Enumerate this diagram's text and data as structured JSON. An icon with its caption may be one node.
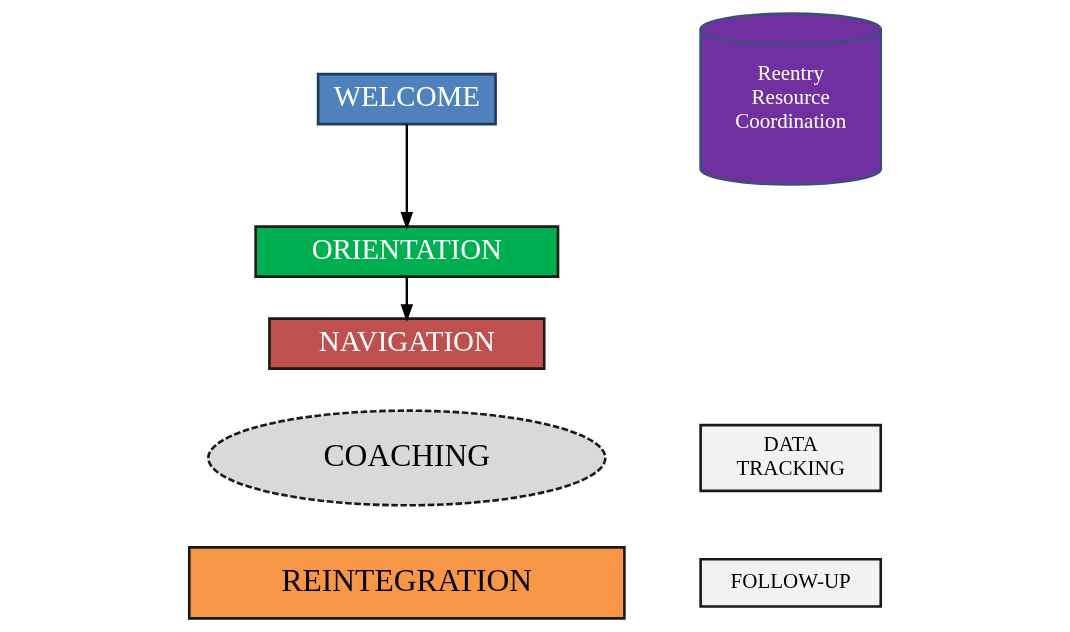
{
  "diagram": {
    "nodes": [
      {
        "text": [
          "WELCOME"
        ]
      },
      {
        "text": [
          "Reentry Resource Coordination"
        ]
      },
      {
        "text": [
          "ORIENTATION"
        ]
      },
      {
        "text": [
          "NAVIGATION"
        ]
      },
      {
        "text": [
          "COACHING"
        ]
      },
      {
        "text": [
          "DATA TRACKING"
        ]
      },
      {
        "text": [
          "REINTEGRATION"
        ]
      },
      {
        "text": [
          "FOLLOW-UP"
        ]
      }
    ],
    "edges": [
      {
        "from": 0,
        "to": 2,
        "arrow": "to"
      },
      {
        "from": 2,
        "to": 3,
        "arrow": "to"
      }
    ]
  }
}
